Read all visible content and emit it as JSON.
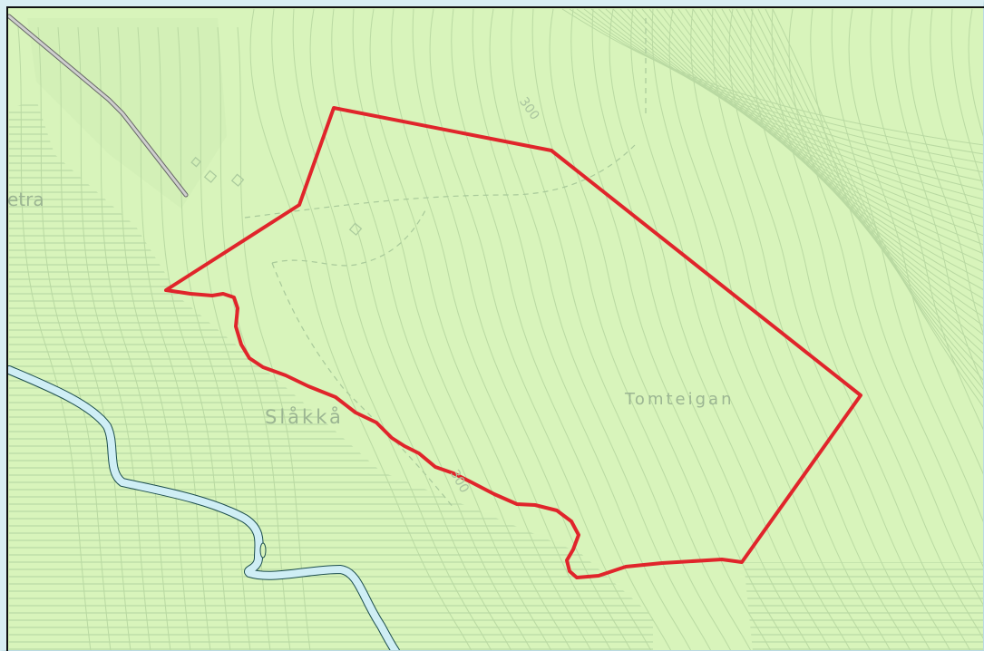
{
  "map": {
    "labels": {
      "place_left": "etra",
      "slakka": "Slåkkå",
      "tomteigan": "Tomteigan"
    },
    "contour_labels": {
      "top": "300",
      "bottom": "300"
    },
    "colors": {
      "land": "#d8f4bb",
      "contour": "#b7d7a0",
      "marsh": "#bfe0a8",
      "river": "#cfeef5",
      "river_outline": "#1b4d4d",
      "road": "#c8c8c8",
      "boundary": "#e0252b"
    }
  }
}
